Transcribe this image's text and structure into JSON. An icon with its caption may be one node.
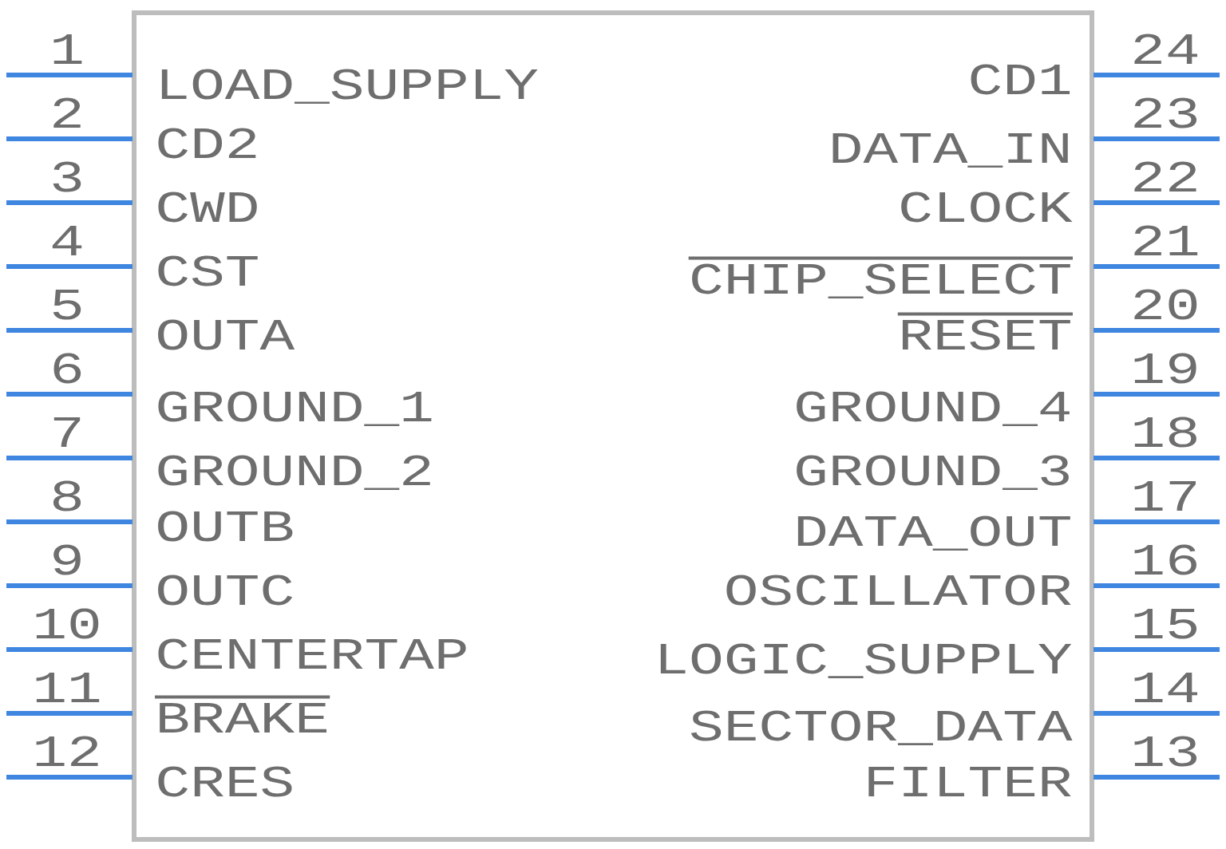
{
  "diagram": {
    "labels": [
      "1",
      "LOAD_SUPPLY",
      "CD1",
      "24",
      "2",
      "CD2",
      "DATA_IN",
      "23",
      "3",
      "CWD",
      "CLOCK",
      "22",
      "4",
      "CST",
      "CHIP_SELECT",
      "21",
      "5",
      "OUTA",
      "RESET",
      "20",
      "6",
      "GROUND_1",
      "GROUND_4",
      "19",
      "7",
      "GROUND_2",
      "GROUND_3",
      "18",
      "8",
      "OUTB",
      "DATA_OUT",
      "17",
      "9",
      "OUTC",
      "OSCILLATOR",
      "16",
      "10",
      "CENTERTAP",
      "LOGIC_SUPPLY",
      "15",
      "11",
      "BRAKE",
      "SECTOR_DATA",
      "14",
      "12",
      "CRES",
      "FILTER",
      "13"
    ]
  }
}
